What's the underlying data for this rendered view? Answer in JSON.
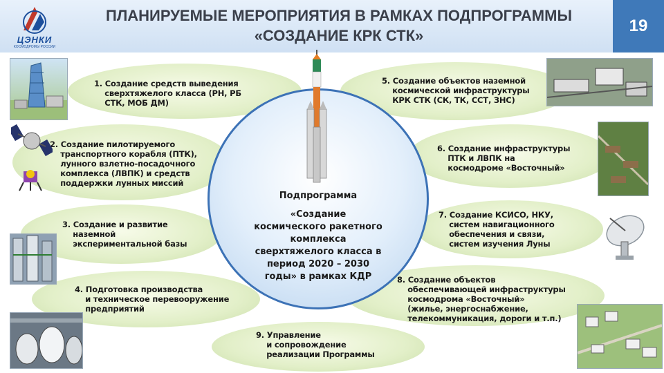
{
  "header": {
    "title_line1": "ПЛАНИРУЕМЫЕ МЕРОПРИЯТИЯ В РАМКАХ ПОДПРОГРАММЫ",
    "title_line2": "«СОЗДАНИЕ КРК СТК»",
    "page_number": "19",
    "logo_name": "ЦЭНКИ",
    "logo_sub": "КОСМОДРОМЫ РОССИИ"
  },
  "center": {
    "label": "Подпрограмма",
    "text": "«Создание\nкосмического ракетного\nкомплекса\nсверхтяжелого класса в\nпериод 2020 – 2030\nгоды» в рамках КДР"
  },
  "items": [
    "1. Создание средств выведения\n    сверхтяжелого класса (РН, РБ\n    СТК, МОБ ДМ)",
    "2. Создание пилотируемого\n    транспортного корабля (ПТК),\n    лунного взлетно-посадочного\n    комплекса (ЛВПК) и средств\n    поддержки лунных миссий",
    "3. Создание и развитие\n    наземной\n    экспериментальной базы",
    "4. Подготовка производства\n    и техническое перевооружение\n    предприятий",
    "5. Создание объектов наземной\n    космической инфраструктуры\n    КРК СТК (СК, ТК, ССТ, ЗНС)",
    "6. Создание инфраструктуры\n    ПТК и ЛВПК на\n    космодроме «Восточный»",
    "7. Создание КСИСО, НКУ,\n    систем навигационного\n    обеспечения и связи,\n    систем изучения Луны",
    "8. Создание объектов\n    обеспечивающей инфраструктуры\n    космодрома «Восточный»\n    (жилье, энергоснабжение,\n    телекоммуникация, дороги и т.п.)",
    "9. Управление\n    и сопровождение\n    реализации Программы"
  ],
  "icons": [
    "logo-icon",
    "rocket-icon",
    "launch-tower-icon",
    "spacecraft-icon",
    "lunar-module-icon",
    "lab-equipment-icon",
    "factory-icon",
    "infrastructure-render-icon",
    "cosmodrome-render-icon",
    "satellite-dish-icon",
    "town-render-icon"
  ],
  "colors": {
    "header_bg": "#d6e5f5",
    "title_text": "#3a3f4a",
    "page_badge": "#3f79b9",
    "ellipse_fill": "#e2efc8",
    "circle_border": "#3c72b6"
  }
}
